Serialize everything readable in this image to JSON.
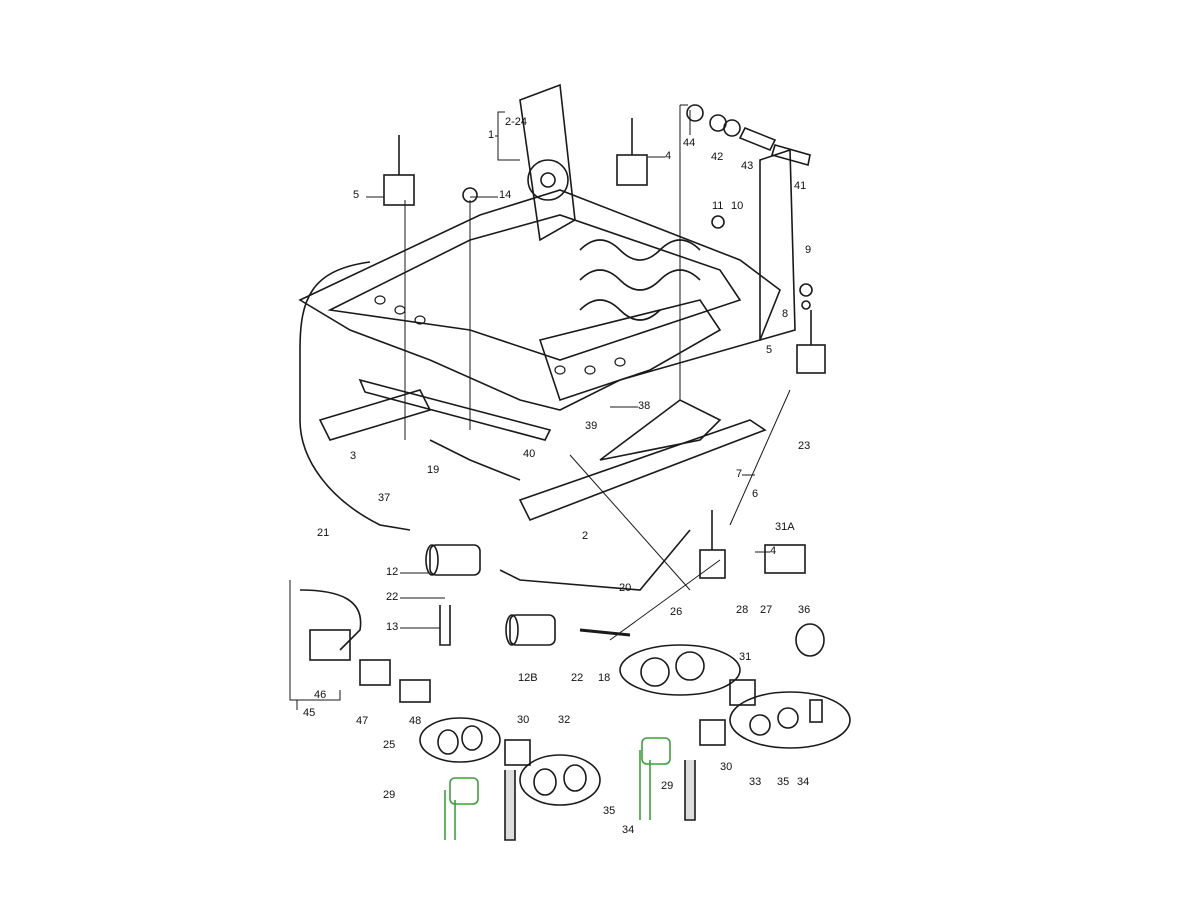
{
  "diagram": {
    "type": "exploded parts diagram - seat frame with power adjusters",
    "labels": [
      "2-24",
      "1",
      "4",
      "44",
      "42",
      "43",
      "41",
      "5",
      "14",
      "11",
      "10",
      "9",
      "8",
      "5",
      "38",
      "39",
      "40",
      "3",
      "19",
      "7",
      "6",
      "23",
      "37",
      "21",
      "2",
      "31A",
      "4",
      "12",
      "20",
      "22",
      "13",
      "26",
      "28",
      "27",
      "36",
      "31",
      "12B",
      "22",
      "18",
      "46",
      "45",
      "47",
      "48",
      "30",
      "32",
      "25",
      "29",
      "30",
      "33",
      "35",
      "34",
      "29",
      "35",
      "34"
    ],
    "colors": {
      "line": "#1a1a1a",
      "highlight": "#3aa23a"
    }
  }
}
